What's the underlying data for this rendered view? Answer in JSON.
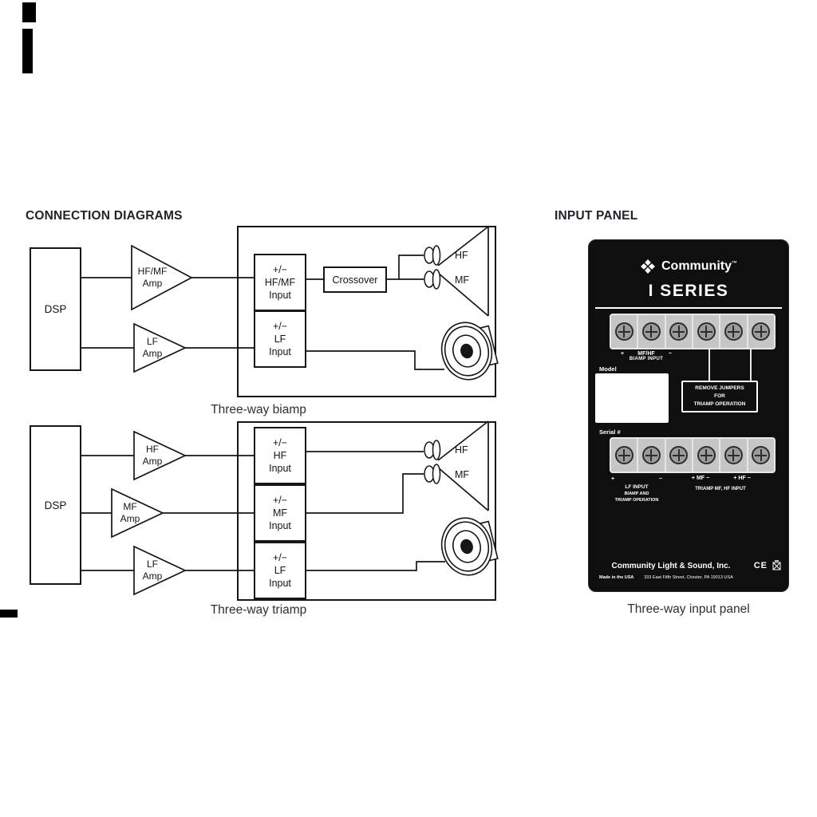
{
  "headings": {
    "connection": "CONNECTION DIAGRAMS",
    "input_panel": "INPUT PANEL"
  },
  "biamp": {
    "caption": "Three-way biamp",
    "dsp": "DSP",
    "amps": [
      [
        "HF/MF",
        "Amp"
      ],
      [
        "LF",
        "Amp"
      ]
    ],
    "inputs": [
      [
        "+/−",
        "HF/MF",
        "Input"
      ],
      [
        "+/−",
        "LF",
        "Input"
      ]
    ],
    "crossover": "Crossover",
    "hf": "HF",
    "mf": "MF"
  },
  "triamp": {
    "caption": "Three-way triamp",
    "dsp": "DSP",
    "amps": [
      [
        "HF",
        "Amp"
      ],
      [
        "MF",
        "Amp"
      ],
      [
        "LF",
        "Amp"
      ]
    ],
    "inputs": [
      [
        "+/−",
        "HF",
        "Input"
      ],
      [
        "+/−",
        "MF",
        "Input"
      ],
      [
        "+/−",
        "LF",
        "Input"
      ]
    ],
    "hf": "HF",
    "mf": "MF"
  },
  "panel": {
    "brand": "Community",
    "trademark": "™",
    "series": "I SERIES",
    "biamp_terminal": {
      "plus": "+",
      "label": "MF/HF",
      "minus": "−",
      "sub": "BIAMP INPUT"
    },
    "model_label": "Model",
    "serial_label": "Serial #",
    "remove_jumpers": [
      "REMOVE JUMPERS",
      "FOR",
      "TRIAMP OPERATION"
    ],
    "lf_terminal": {
      "plus": "+",
      "minus": "−",
      "lines": [
        "LF INPUT",
        "BIAMP AND",
        "TRIAMP OPERATION"
      ]
    },
    "mf_terminal": "+  MF  −",
    "hf_terminal": "+  HF  −",
    "triamp_sub": "TRIAMP MF, HF INPUT",
    "company": "Community Light & Sound, Inc.",
    "ce_mark": "CE",
    "made_in": "Made in the USA",
    "address": "333 East Fifth Street, Chester, PA  19013  USA",
    "caption": "Three-way input panel"
  }
}
